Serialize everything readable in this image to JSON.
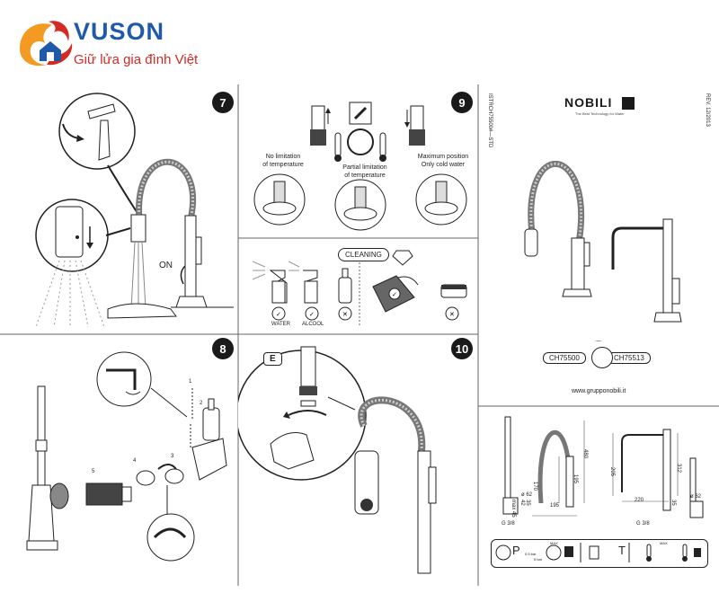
{
  "brand": {
    "name": "VUSON",
    "tagline": "Giữ lửa gia đình Việt"
  },
  "steps": {
    "s7": "7",
    "s8": "8",
    "s9": "9",
    "s10": "10"
  },
  "panel7": {
    "on_label": "ON"
  },
  "panel9": {
    "captions": {
      "no_limit": "No limitation\nof temperature",
      "partial": "Partial limitation\nof temperature",
      "max": "Maximum position\nOnly cold water"
    }
  },
  "cleaning": {
    "title": "CLEANING",
    "water": "WATER",
    "alcool": "ALCOOL"
  },
  "panel8": {
    "parts": [
      "1",
      "2",
      "3",
      "4",
      "5"
    ]
  },
  "panel10": {
    "label_e": "E"
  },
  "cover": {
    "logo": "NOBILI",
    "logo_sub": "The Best Technology for Water",
    "doc_code": "ISTRCH75500#—STD",
    "revision": "REV. 12/2013",
    "model_a": "CH75500",
    "model_b": "CH75513",
    "website": "www.grupponobili.it"
  },
  "dims": {
    "d480": "480",
    "d195a": "195",
    "d170": "170",
    "d195b": "195",
    "d62a": "ø 62",
    "d35": "35",
    "d45": "max 45",
    "d42": "42",
    "g38a": "G 3/8",
    "d205": "205",
    "d312": "312",
    "d220": "220",
    "d62b": "ø 62",
    "d35b": "35",
    "g38b": "G 3/8"
  },
  "specs": {
    "pressure": "P",
    "bar": "0.5 bar",
    "max_label": "MAX",
    "max_bar": "5 bar",
    "temp": "T",
    "therm_max": "MAX"
  }
}
